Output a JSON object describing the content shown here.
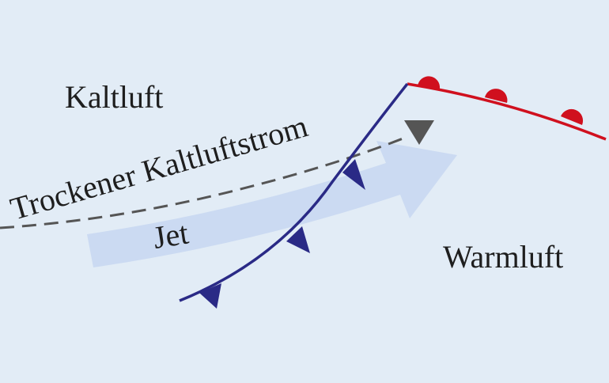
{
  "colors": {
    "background": "#e2ecf6",
    "cold_front": "#2a2a86",
    "warm_front": "#d0101e",
    "dry_stream": "#555555",
    "jet": "#c9d9f1",
    "text": "#1e1e1e"
  },
  "labels": {
    "cold_air": "Kaltluft",
    "warm_air": "Warmluft",
    "dry_cold_stream": "Trockener Kaltluftstrom",
    "jet": "Jet"
  },
  "elements": {
    "cold_front": "cold-front-line-with-triangles",
    "warm_front": "warm-front-line-with-semicircles",
    "dry_stream": "dashed-arrow",
    "jet": "broad-arrow"
  }
}
